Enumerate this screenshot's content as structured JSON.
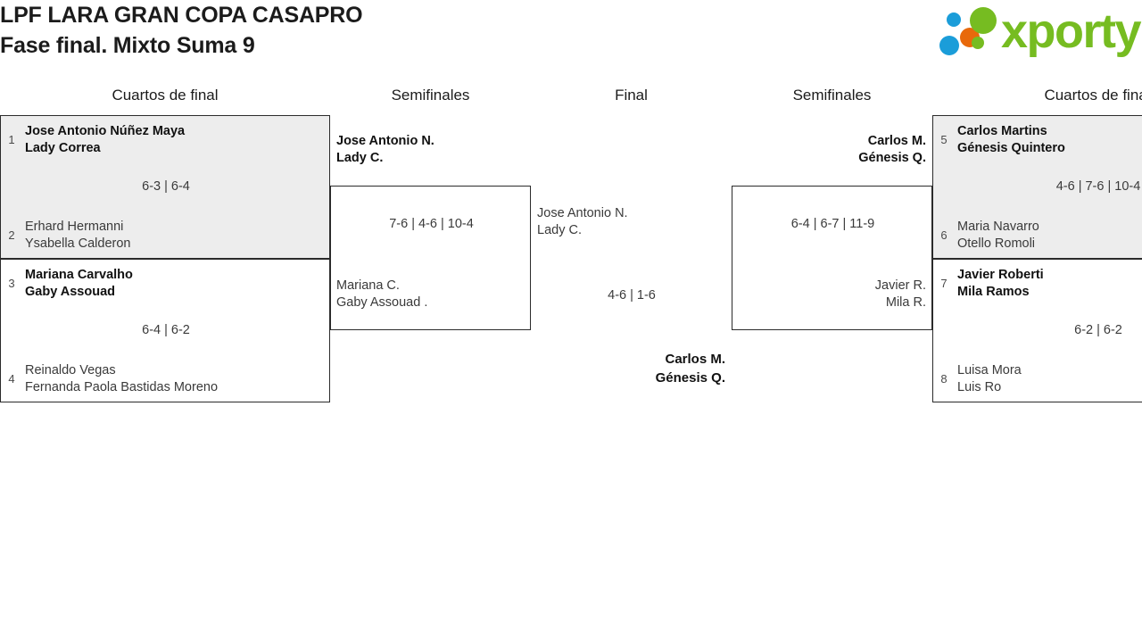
{
  "header": {
    "title_line1": "LPF LARA GRAN COPA CASAPRO",
    "title_line2": "Fase final. Mixto Suma 9",
    "logo": {
      "wordmark": "xporty",
      "dots": [
        "blue-small-dot",
        "orange-dot",
        "green-large-dot",
        "green-small-dot",
        "blue-large-dot"
      ],
      "green": "#76bc21",
      "blue": "#1b9dd9",
      "orange": "#e8690b"
    }
  },
  "rounds": [
    {
      "label": "Cuartos de final"
    },
    {
      "label": "Semifinales"
    },
    {
      "label": "Final"
    },
    {
      "label": "Semifinales"
    },
    {
      "label": "Cuartos de final"
    }
  ],
  "left_quarterfinals": [
    {
      "score": "6-3 | 6-4",
      "top": {
        "seed": "1",
        "p1": "Jose Antonio Núñez Maya",
        "p2": "Lady Correa",
        "winner": true
      },
      "bottom": {
        "seed": "2",
        "p1": "Erhard Hermanni",
        "p2": "Ysabella Calderon",
        "winner": false
      }
    },
    {
      "score": "6-4 | 6-2",
      "top": {
        "seed": "3",
        "p1": "Mariana Carvalho",
        "p2": "Gaby Assouad",
        "winner": true
      },
      "bottom": {
        "seed": "4",
        "p1": "Reinaldo Vegas",
        "p2": "Fernanda Paola Bastidas Moreno",
        "winner": false
      }
    }
  ],
  "left_semifinal": {
    "score": "7-6 | 4-6 | 10-4",
    "top": {
      "p1": "Jose Antonio N.",
      "p2": "Lady C.",
      "winner": true
    },
    "bottom": {
      "p1": "Mariana C.",
      "p2": "Gaby Assouad .",
      "winner": false
    }
  },
  "final": {
    "score": "4-6 | 1-6",
    "left": {
      "p1": "Jose Antonio N.",
      "p2": "Lady C.",
      "winner": false
    },
    "right": {
      "p1": "Carlos M.",
      "p2": "Génesis Q.",
      "winner": true
    }
  },
  "right_semifinal": {
    "score": "6-4 | 6-7 | 11-9",
    "top": {
      "p1": "Carlos M.",
      "p2": "Génesis Q.",
      "winner": true
    },
    "bottom": {
      "p1": "Javier R.",
      "p2": "Mila R.",
      "winner": false
    }
  },
  "right_quarterfinals": [
    {
      "score": "4-6 | 7-6 | 10-4",
      "top": {
        "seed": "5",
        "p1": "Carlos Martins",
        "p2": "Génesis Quintero",
        "winner": true
      },
      "bottom": {
        "seed": "6",
        "p1": "Maria Navarro",
        "p2": "Otello Romoli",
        "winner": false
      }
    },
    {
      "score": "6-2 | 6-2",
      "top": {
        "seed": "7",
        "p1": "Javier Roberti",
        "p2": "Mila Ramos",
        "winner": true
      },
      "bottom": {
        "seed": "8",
        "p1": "Luisa Mora",
        "p2": "Luis Ro",
        "winner": false
      }
    }
  ],
  "champion": {
    "p1": "Carlos M.",
    "p2": "Génesis Q."
  }
}
